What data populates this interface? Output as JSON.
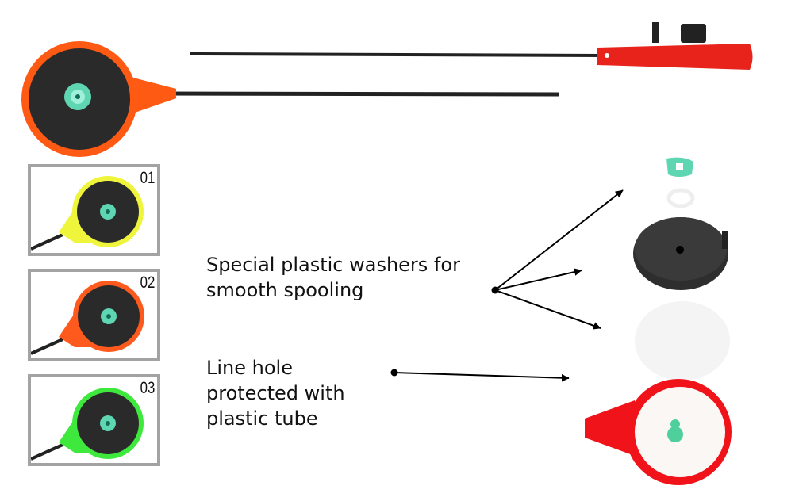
{
  "variants": [
    {
      "label": "01",
      "color": "#eef53a"
    },
    {
      "label": "02",
      "color": "#ff5a1e"
    },
    {
      "label": "03",
      "color": "#3ee83c"
    }
  ],
  "captions": {
    "washers": [
      "Special plastic washers for",
      "smooth spooling"
    ],
    "line_hole": [
      "Line hole",
      "protected with",
      "plastic tube"
    ]
  },
  "colors": {
    "main_reel": "#ff5a14",
    "handle": "#e8231c",
    "body": "#f0141a",
    "washer": "#5fd6b2"
  }
}
